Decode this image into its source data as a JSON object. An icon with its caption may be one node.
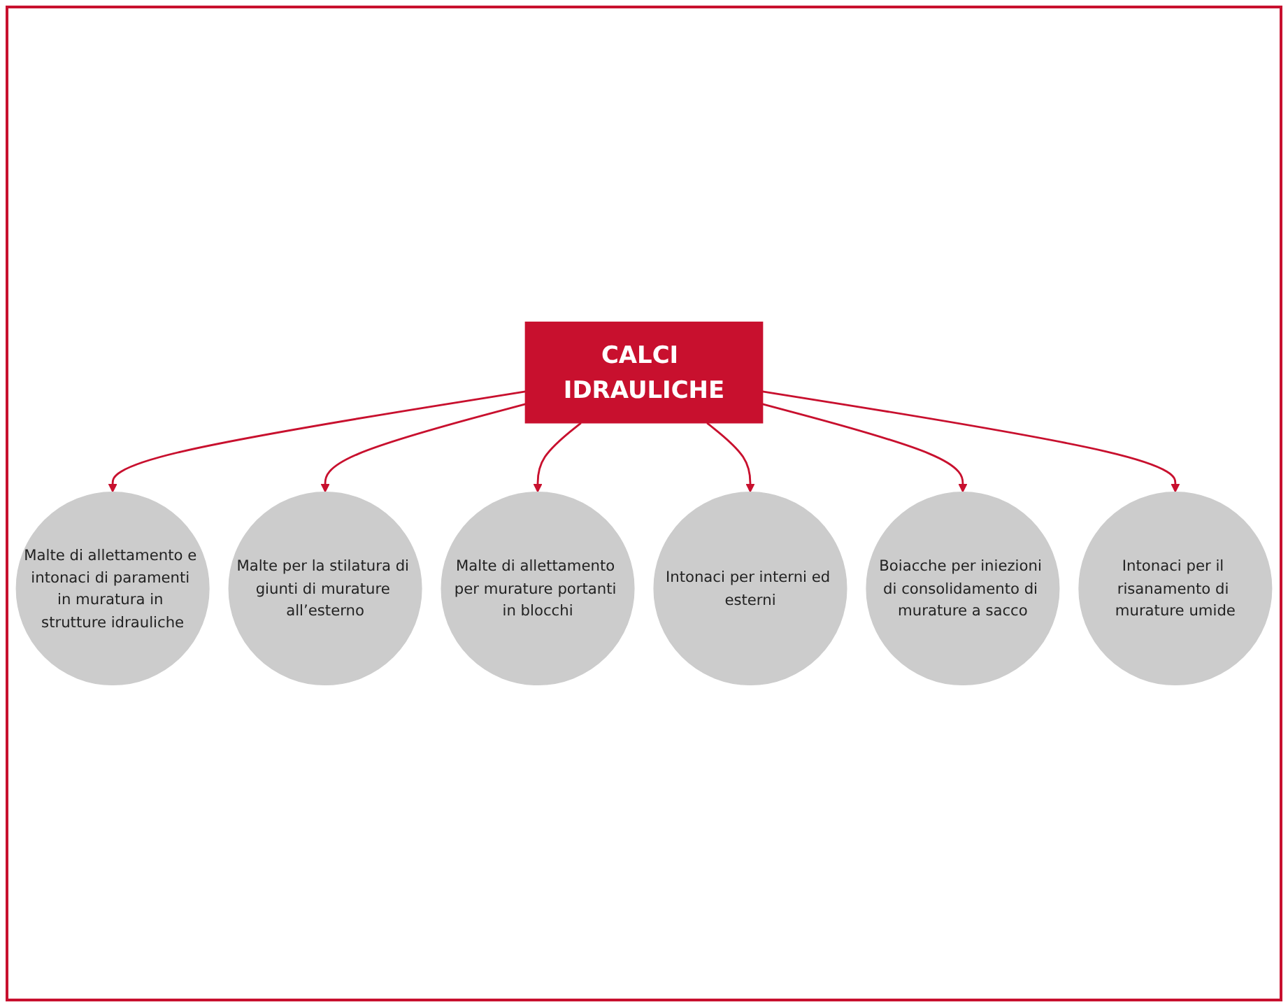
{
  "diagram": {
    "nodes": [
      {
        "text": [
          "Malte di allettamento e intonaci di paramenti in muratura in strutture idrauliche"
        ]
      },
      {
        "text": [
          "Malte di allettamento per murature portanti in blocchi"
        ]
      },
      {
        "text": [
          "Boiacche per iniezioni di consolidamento di murature a sacco"
        ]
      },
      {
        "text": [
          "CALCI IDRAULICHE"
        ]
      },
      {
        "text": [
          "Malte per la stilatura di giunti di murature all’esterno"
        ]
      },
      {
        "text": [
          "Intonaci per interni ed esterni"
        ]
      },
      {
        "text": [
          "Intonaci per il risanamento di murature umide"
        ]
      }
    ],
    "edges": [
      {
        "from": 3,
        "to": 0,
        "arrow": "to"
      },
      {
        "from": 3,
        "to": 4,
        "arrow": "to"
      },
      {
        "from": 3,
        "to": 1,
        "arrow": "to"
      },
      {
        "from": 3,
        "to": 5,
        "arrow": "to"
      },
      {
        "from": 3,
        "to": 2,
        "arrow": "to"
      },
      {
        "from": 3,
        "to": 6,
        "arrow": "to"
      }
    ]
  }
}
